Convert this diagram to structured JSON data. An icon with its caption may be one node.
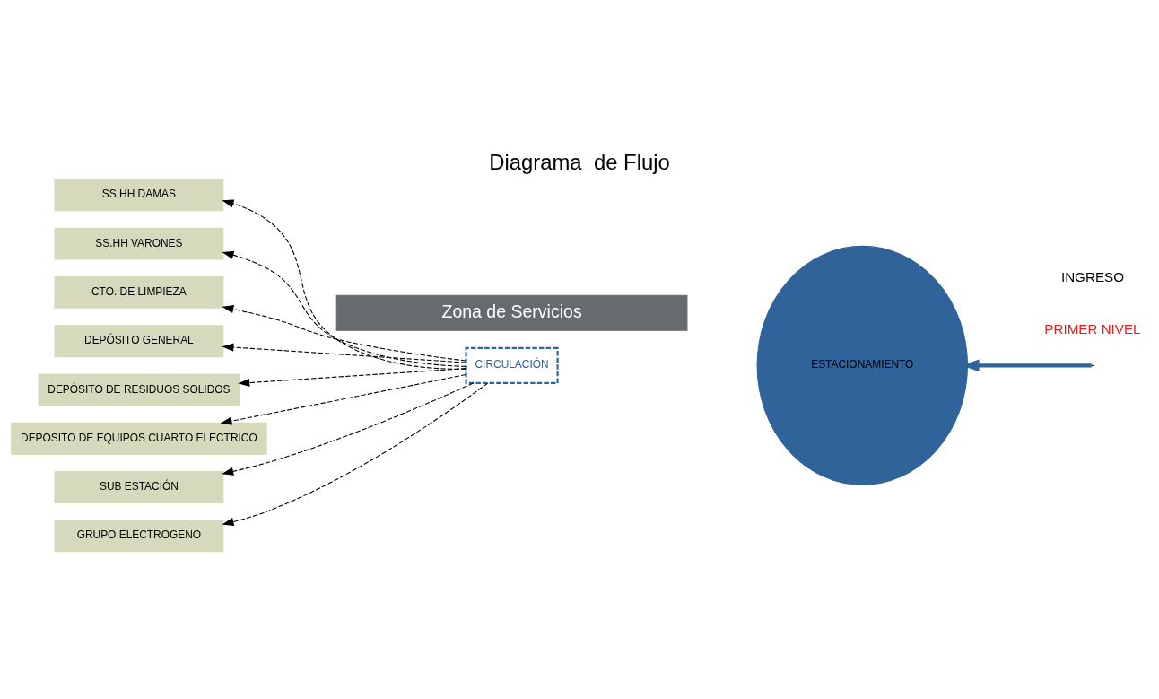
{
  "diagram": {
    "title": "Diagrama  de Flujo",
    "nodes": [
      {
        "text": [
          "Zona de Servicios"
        ]
      },
      {
        "text": [
          "SS.HH DAMAS"
        ]
      },
      {
        "text": [
          "SS.HH VARONES"
        ]
      },
      {
        "text": [
          "CTO. DE LIMPIEZA"
        ]
      },
      {
        "text": [
          "DEPÓSITO GENERAL"
        ]
      },
      {
        "text": [
          "DEPÓSITO DE RESIDUOS SOLIDOS"
        ]
      },
      {
        "text": [
          "DEPOSITO DE EQUIPOS CUARTO ELECTRICO"
        ]
      },
      {
        "text": [
          "SUB ESTACIÓN"
        ]
      },
      {
        "text": [
          "GRUPO ELECTROGENO"
        ]
      },
      {
        "text": [
          "CIRCULACIÓN"
        ]
      },
      {
        "text": [
          "ESTACIONAMIENTO"
        ]
      }
    ],
    "edges": [
      {
        "from": 9,
        "to": 1,
        "arrow": "to",
        "style": "dashed"
      },
      {
        "from": 9,
        "to": 2,
        "arrow": "to",
        "style": "dashed"
      },
      {
        "from": 9,
        "to": 3,
        "arrow": "to",
        "style": "dashed"
      },
      {
        "from": 9,
        "to": 4,
        "arrow": "to",
        "style": "dashed"
      },
      {
        "from": 9,
        "to": 5,
        "arrow": "to",
        "style": "dashed"
      },
      {
        "from": 9,
        "to": 6,
        "arrow": "to",
        "style": "dashed"
      },
      {
        "from": 9,
        "to": 7,
        "arrow": "to",
        "style": "dashed"
      },
      {
        "from": 9,
        "to": 8,
        "arrow": "to",
        "style": "dashed"
      },
      {
        "from": null,
        "to": 10,
        "arrow": "to",
        "style": "thick",
        "color": "#2f6399"
      }
    ],
    "labels": [
      "PRIMER NIVEL",
      "INGRESO"
    ]
  }
}
